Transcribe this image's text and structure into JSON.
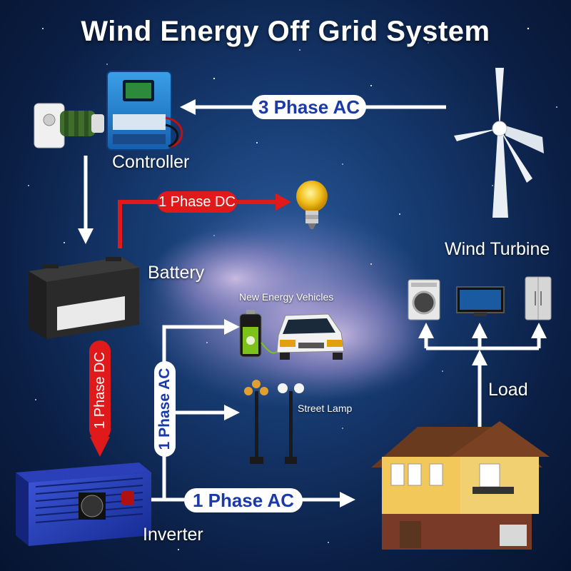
{
  "title": "Wind Energy Off Grid System",
  "components": {
    "controller": "Controller",
    "battery": "Battery",
    "inverter": "Inverter",
    "wind_turbine": "Wind Turbine",
    "new_energy_vehicles": "New Energy Vehicles",
    "street_lamp": "Street Lamp",
    "load": "Load"
  },
  "connections": {
    "turbine_to_controller": "3  Phase AC",
    "controller_to_bulb": "1 Phase DC",
    "battery_to_inverter": "1 Phase DC",
    "inverter_branch": "1 Phase AC",
    "inverter_to_house": "1 Phase AC"
  },
  "colors": {
    "ac_line": "#ffffff",
    "dc_line": "#e01a1a",
    "ac_text": "#1a3aa8"
  }
}
